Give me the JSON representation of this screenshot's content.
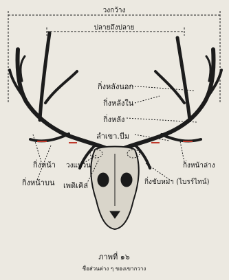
{
  "figure": {
    "caption": "ภาพที่ ๑๖",
    "subcaption": "ชื่อส่วนต่าง ๆ ของเขากวาง"
  },
  "measurements": {
    "spread": "วงกว้าง",
    "tip_to_tip": "ปลายถึงปลาย"
  },
  "labels": {
    "back_tine_outer": "กิ่งหลังนอก",
    "back_tine_inner": "กิ่งหลังใน",
    "back_tine": "กิ่งหลัง",
    "main_beam": "ลำเขา.บีม",
    "front_tine": "กิ่งหน้า",
    "front_tine_upper": "กิ่งหน้าบน",
    "circumference": "วงแหวน",
    "burr": "เพดิเคิล",
    "front_tine_lower": "กิ่งหน้าล่าง",
    "brow_tine": "กิ่งขับหมา (ไบรร์ไทน์)"
  }
}
